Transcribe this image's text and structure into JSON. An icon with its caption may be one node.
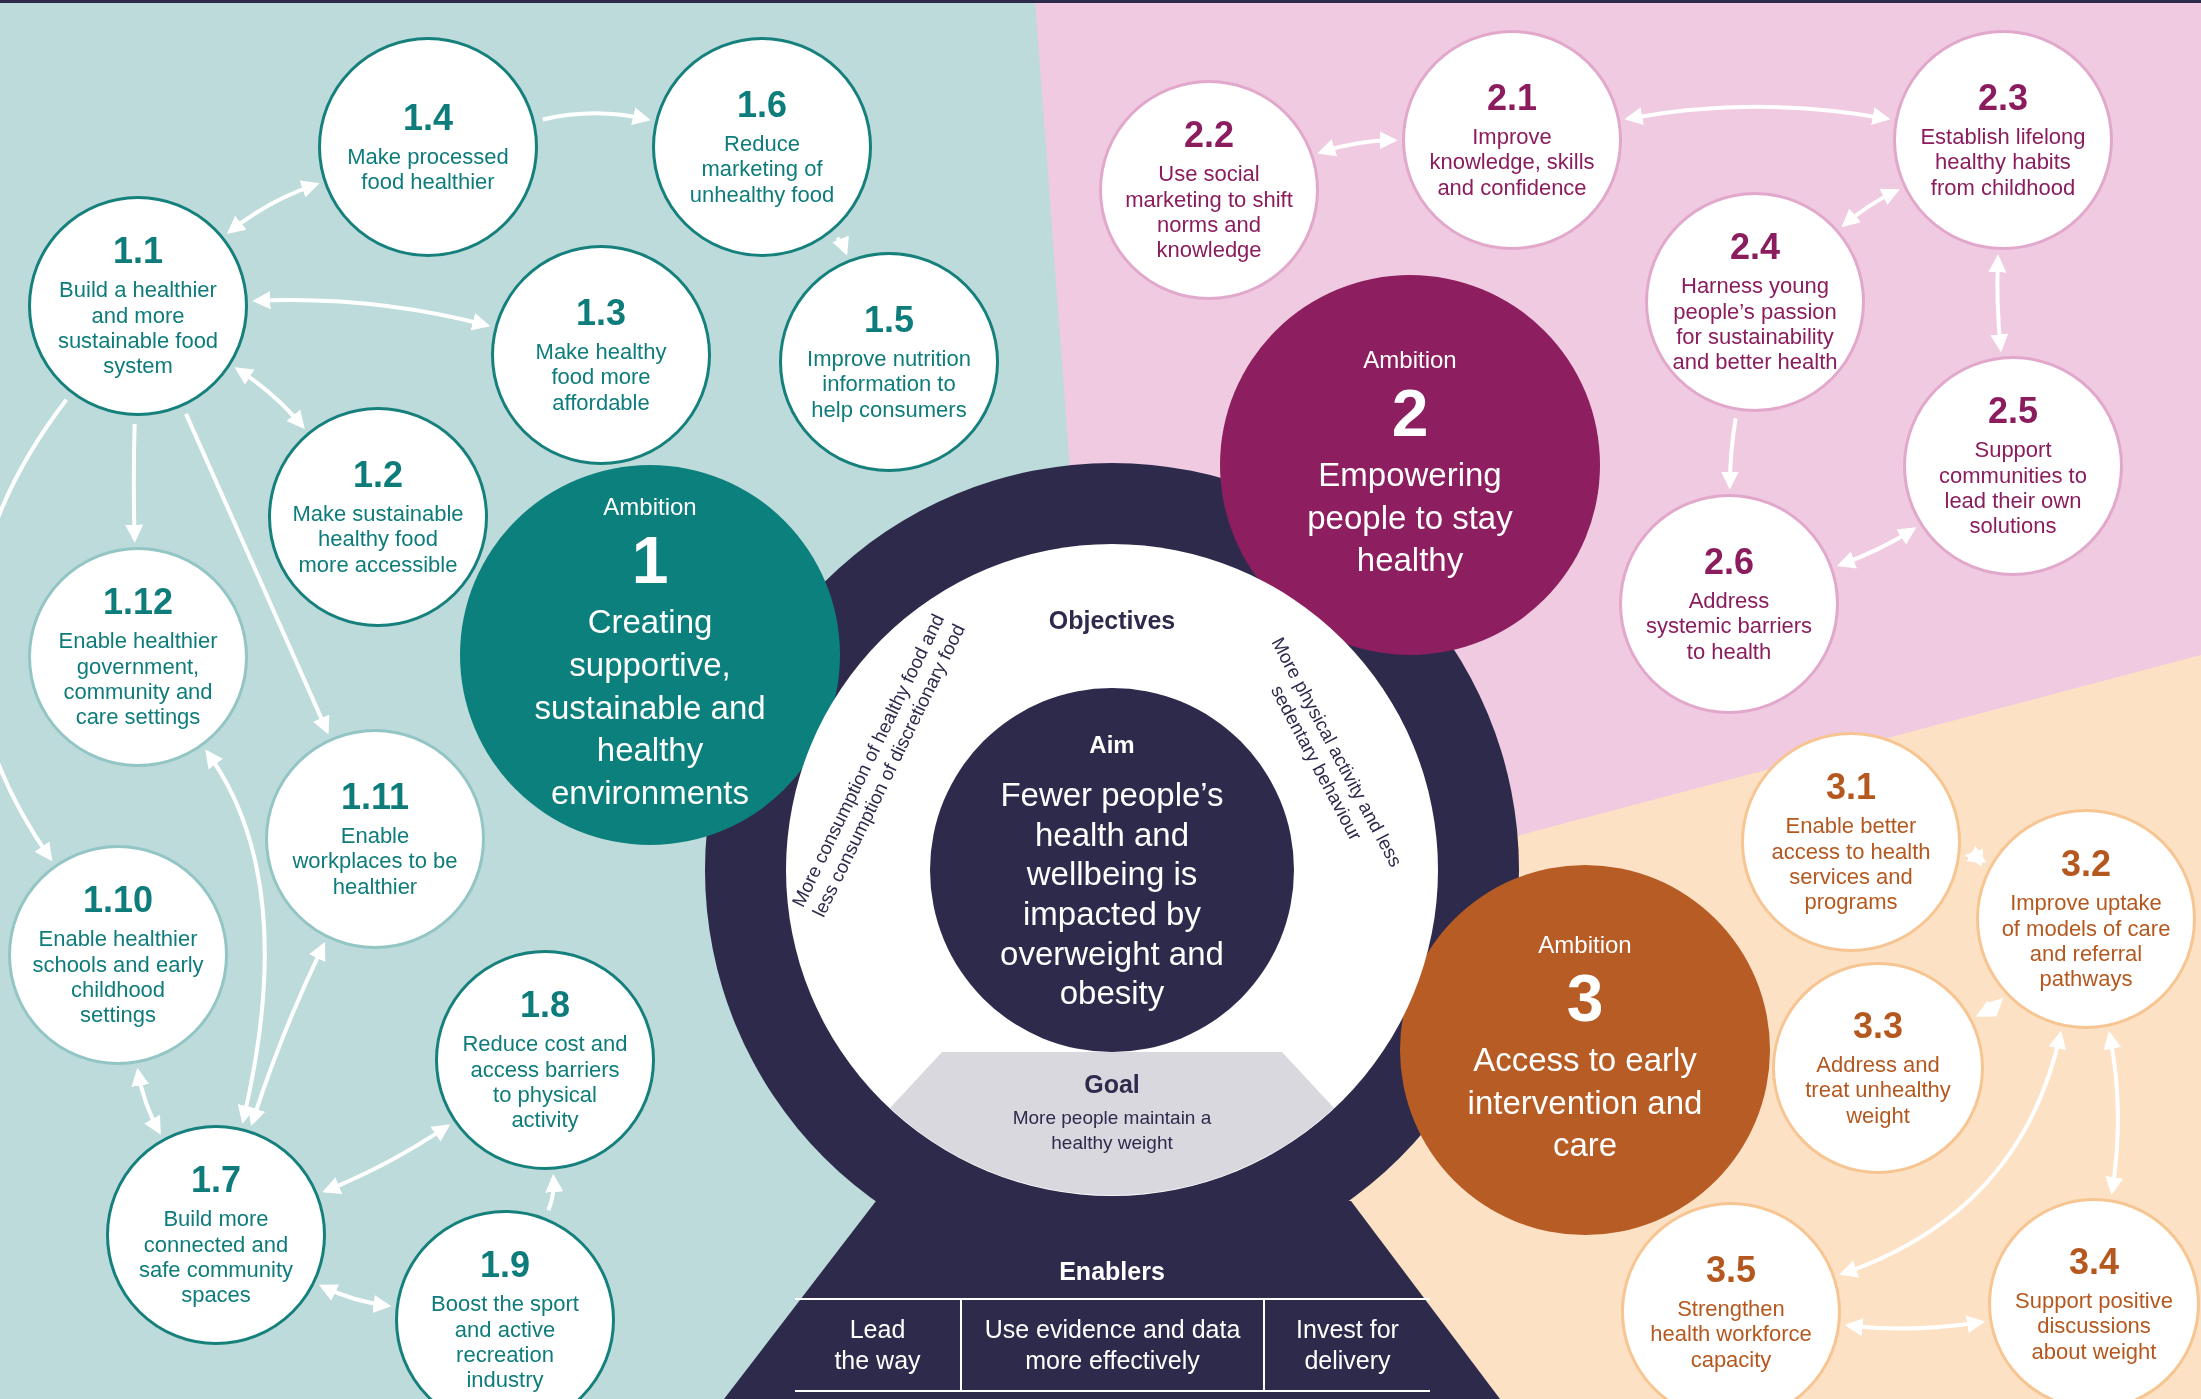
{
  "diagram": {
    "nodes": [
      {
        "text": [
          "Ambition",
          "1",
          "Creating supportive, sustainable and healthy environments"
        ]
      },
      {
        "text": [
          "1.1",
          "Build a healthier and more sustainable food system"
        ]
      },
      {
        "text": [
          "1.2",
          "Make sustainable healthy food more accessible"
        ]
      },
      {
        "text": [
          "1.3",
          "Make healthy food more affordable"
        ]
      },
      {
        "text": [
          "1.4",
          "Make processed food healthier"
        ]
      },
      {
        "text": [
          "1.5",
          "Improve nutrition information to help consumers"
        ]
      },
      {
        "text": [
          "1.6",
          "Reduce marketing of unhealthy food"
        ]
      },
      {
        "text": [
          "1.7",
          "Build more connected and safe community spaces"
        ]
      },
      {
        "text": [
          "1.8",
          "Reduce cost and access barriers to physical activity"
        ]
      },
      {
        "text": [
          "1.9",
          "Boost the sport and active recreation industry"
        ]
      },
      {
        "text": [
          "1.10",
          "Enable healthier schools and early childhood settings"
        ]
      },
      {
        "text": [
          "1.11",
          "Enable workplaces to be healthier"
        ]
      },
      {
        "text": [
          "1.12",
          "Enable healthier government, community and care settings"
        ]
      },
      {
        "text": [
          "Ambition",
          "2",
          "Empowering people to stay healthy"
        ]
      },
      {
        "text": [
          "2.1",
          "Improve knowledge, skills and confidence"
        ]
      },
      {
        "text": [
          "2.2",
          "Use social marketing to shift norms and knowledge"
        ]
      },
      {
        "text": [
          "2.3",
          "Establish lifelong healthy habits from childhood"
        ]
      },
      {
        "text": [
          "2.4",
          "Harness young people’s passion for sustainability and better health"
        ]
      },
      {
        "text": [
          "2.5",
          "Support communities to lead their own solutions"
        ]
      },
      {
        "text": [
          "2.6",
          "Address systemic barriers to health"
        ]
      },
      {
        "text": [
          "Ambition",
          "3",
          "Access to early intervention and care"
        ]
      },
      {
        "text": [
          "3.1",
          "Enable better access to health services and programs"
        ]
      },
      {
        "text": [
          "3.2",
          "Improve uptake of models of care and referral pathways"
        ]
      },
      {
        "text": [
          "3.3",
          "Address and treat unhealthy weight"
        ]
      },
      {
        "text": [
          "3.4",
          "Support positive discussions about weight"
        ]
      },
      {
        "text": [
          "3.5",
          "Strengthen health workforce capacity"
        ]
      },
      {
        "text": [
          "Objectives",
          "More consumption of healthy food and less consumption of discretionary food",
          "More physical activity and less sedentary behaviour"
        ]
      },
      {
        "text": [
          "Aim",
          "Fewer people’s health and wellbeing is impacted by overweight and obesity"
        ],
        "in": 26
      },
      {
        "text": [
          "Goal",
          "More people maintain a healthy weight"
        ],
        "in": 26
      },
      {
        "text": [
          "Enablers"
        ]
      },
      {
        "text": [
          "Lead the way"
        ],
        "in": 29
      },
      {
        "text": [
          "Use evidence and data more effectively"
        ],
        "in": 29
      },
      {
        "text": [
          "Invest for delivery"
        ],
        "in": 29
      }
    ],
    "edges": [
      {
        "from": 1,
        "to": 4,
        "arrow": "both"
      },
      {
        "from": 4,
        "to": 6,
        "arrow": "to"
      },
      {
        "from": 6,
        "to": 5,
        "arrow": "to"
      },
      {
        "from": 1,
        "to": 3,
        "arrow": "both"
      },
      {
        "from": 1,
        "to": 2,
        "arrow": "both"
      },
      {
        "from": 1,
        "to": 12,
        "arrow": "to"
      },
      {
        "from": 1,
        "to": 10,
        "arrow": "to"
      },
      {
        "from": 1,
        "to": 11,
        "arrow": "to"
      },
      {
        "from": 12,
        "to": 7,
        "arrow": "both"
      },
      {
        "from": 11,
        "to": 7,
        "arrow": "both"
      },
      {
        "from": 10,
        "to": 7,
        "arrow": "both"
      },
      {
        "from": 7,
        "to": 8,
        "arrow": "both"
      },
      {
        "from": 7,
        "to": 9,
        "arrow": "both"
      },
      {
        "from": 9,
        "to": 8,
        "arrow": "to"
      },
      {
        "from": 15,
        "to": 14,
        "arrow": "both"
      },
      {
        "from": 14,
        "to": 16,
        "arrow": "both"
      },
      {
        "from": 16,
        "to": 17,
        "arrow": "both"
      },
      {
        "from": 16,
        "to": 18,
        "arrow": "both"
      },
      {
        "from": 17,
        "to": 19,
        "arrow": "to"
      },
      {
        "from": 19,
        "to": 18,
        "arrow": "both"
      },
      {
        "from": 21,
        "to": 22,
        "arrow": "both"
      },
      {
        "from": 23,
        "to": 22,
        "arrow": "both"
      },
      {
        "from": 25,
        "to": 22,
        "arrow": "both"
      },
      {
        "from": 22,
        "to": 24,
        "arrow": "both"
      },
      {
        "from": 25,
        "to": 24,
        "arrow": "both"
      }
    ]
  }
}
